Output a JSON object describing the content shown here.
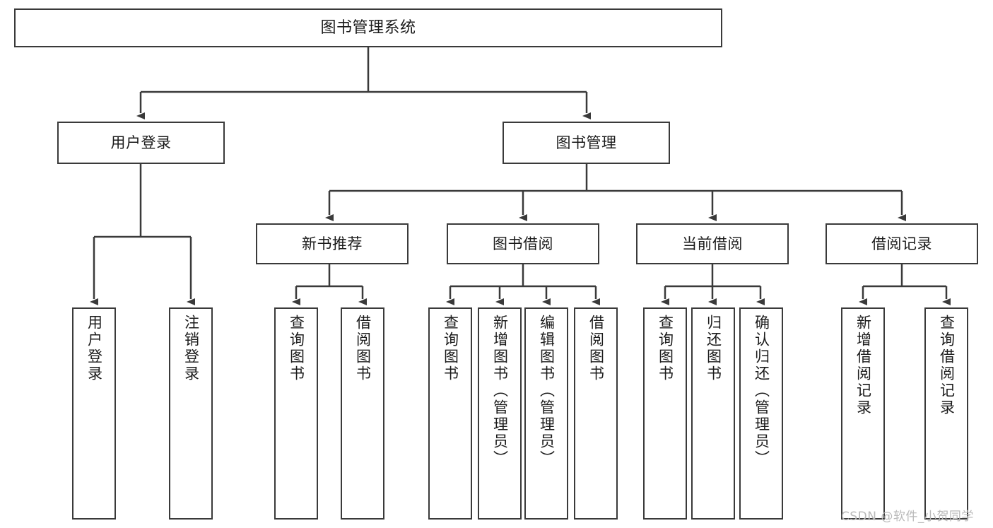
{
  "diagram": {
    "title": "图书管理系统",
    "watermark": "CSDN @软件_小贺同学",
    "line_color": "#3a3a3a",
    "box_fill": "#ffffff",
    "text_color": "#1b1b1b",
    "watermark_color": "#b9b9b9"
  },
  "nodes": {
    "root": {
      "label": "图书管理系统"
    },
    "level2": [
      {
        "label": "用户登录"
      },
      {
        "label": "图书管理"
      }
    ],
    "level3": [
      {
        "label": "新书推荐"
      },
      {
        "label": "图书借阅"
      },
      {
        "label": "当前借阅"
      },
      {
        "label": "借阅记录"
      }
    ],
    "leaves": {
      "user_login": [
        {
          "label": "用户登录"
        },
        {
          "label": "注销登录"
        }
      ],
      "new_book": [
        {
          "label": "查询图书"
        },
        {
          "label": "借阅图书"
        }
      ],
      "book_borrow": [
        {
          "label": "查询图书"
        },
        {
          "label": "新增图书（管理员）"
        },
        {
          "label": "编辑图书（管理员）"
        },
        {
          "label": "借阅图书"
        }
      ],
      "current_borrow": [
        {
          "label": "查询图书"
        },
        {
          "label": "归还图书"
        },
        {
          "label": "确认归还（管理员）"
        }
      ],
      "borrow_record": [
        {
          "label": "新增借阅记录"
        },
        {
          "label": "查询借阅记录"
        }
      ]
    }
  }
}
